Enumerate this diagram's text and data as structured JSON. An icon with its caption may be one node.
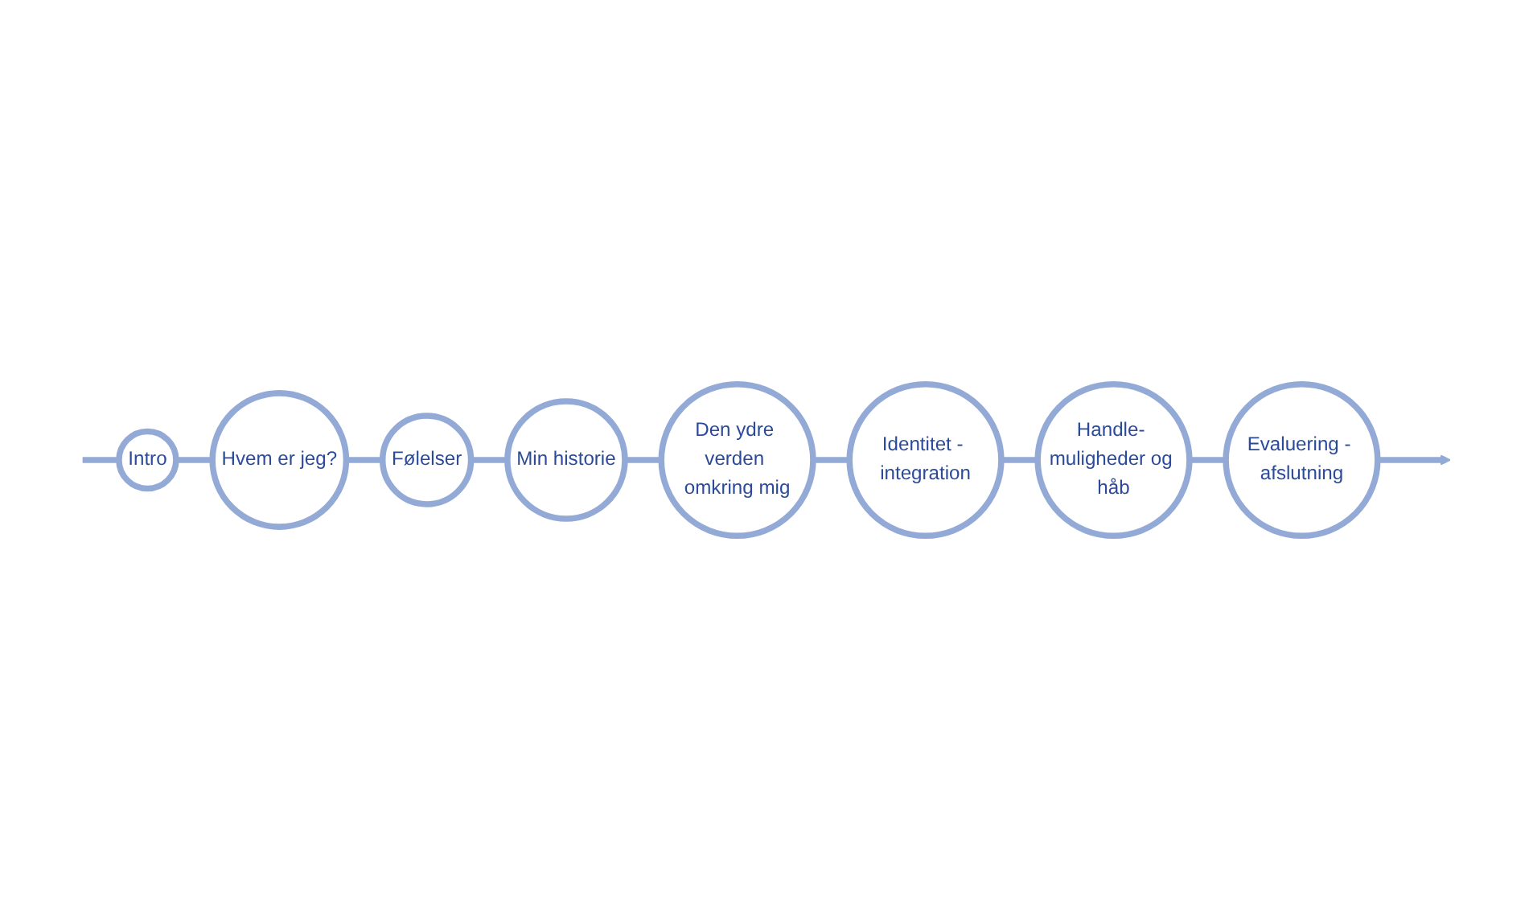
{
  "diagram": {
    "nodes": [
      {
        "text": [
          "Intro"
        ]
      },
      {
        "text": [
          "Hvem er jeg?"
        ]
      },
      {
        "text": [
          "Følelser"
        ]
      },
      {
        "text": [
          "Min historie"
        ]
      },
      {
        "text": [
          "Den ydre verden omkring mig"
        ]
      },
      {
        "text": [
          "Identitet - integration"
        ]
      },
      {
        "text": [
          "Handle- muligheder og håb"
        ]
      },
      {
        "text": [
          "Evaluering - afslutning"
        ]
      }
    ],
    "edges": [
      {
        "from": null,
        "to": 0,
        "arrow": "none"
      },
      {
        "from": 0,
        "to": 1,
        "arrow": "none"
      },
      {
        "from": 1,
        "to": 2,
        "arrow": "none"
      },
      {
        "from": 2,
        "to": 3,
        "arrow": "none"
      },
      {
        "from": 3,
        "to": 4,
        "arrow": "none"
      },
      {
        "from": 4,
        "to": 5,
        "arrow": "none"
      },
      {
        "from": 5,
        "to": 6,
        "arrow": "none"
      },
      {
        "from": 6,
        "to": 7,
        "arrow": "none"
      },
      {
        "from": 7,
        "to": null,
        "arrow": "to"
      }
    ]
  }
}
